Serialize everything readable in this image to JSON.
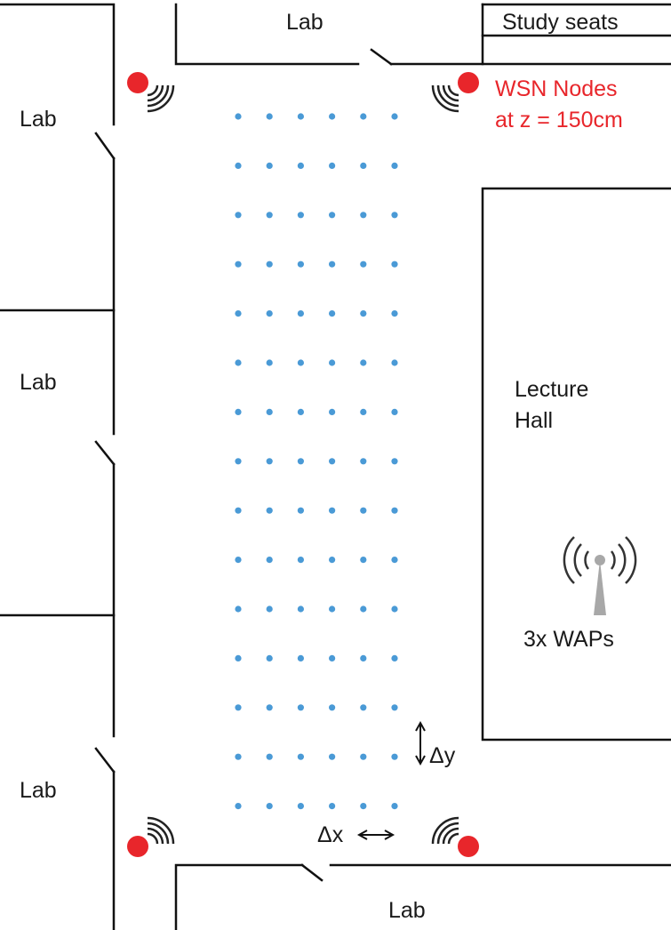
{
  "rooms": {
    "top_lab": "Lab",
    "study_seats": "Study seats",
    "left_lab_1": "Lab",
    "left_lab_2": "Lab",
    "left_lab_3": "Lab",
    "bottom_lab": "Lab",
    "lecture_hall_line1": "Lecture",
    "lecture_hall_line2": "Hall"
  },
  "annotations": {
    "wsn_line1": "WSN Nodes",
    "wsn_line2": "at z = 150cm",
    "waps": "3x WAPs",
    "delta_x": "Δx",
    "delta_y": "Δy"
  },
  "grid": {
    "columns": 6,
    "rows": 15
  },
  "colors": {
    "node": "#e8262b",
    "grid_point": "#4a9ad6",
    "wap": "#a8a8a8",
    "wall": "#111111"
  },
  "icons": {
    "wsn_node": "red-circle-with-signal-waves",
    "wap": "antenna-tower-icon"
  }
}
